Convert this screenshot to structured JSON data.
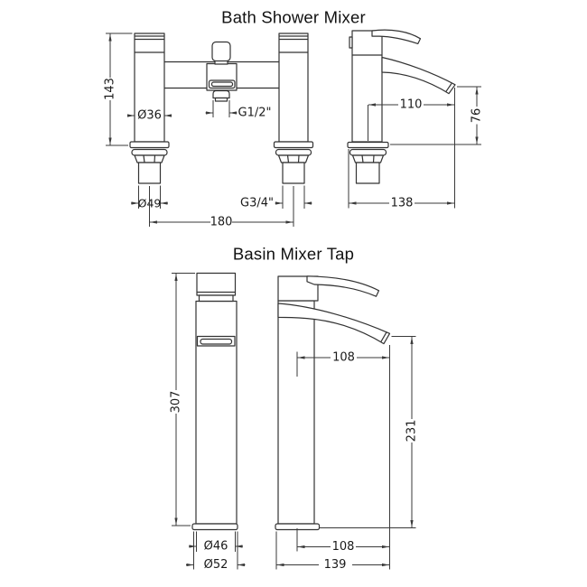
{
  "colors": {
    "background": "#ffffff",
    "line": "#333333",
    "dimension_line": "#3a3a3a",
    "text": "#1a1a1a"
  },
  "bath_shower_mixer": {
    "title": "Bath Shower Mixer",
    "front_view": {
      "height": "143",
      "pillar_diameter": "Ø36",
      "shower_hose_thread": "G1/2\"",
      "base_diameter": "Ø49",
      "inlet_thread": "G3/4\"",
      "tap_centres": "180"
    },
    "side_view": {
      "spout_reach": "110",
      "spout_height": "76",
      "depth": "138"
    }
  },
  "basin_mixer_tap": {
    "title": "Basin Mixer Tap",
    "front_view": {
      "height": "307",
      "body_diameter": "Ø46",
      "base_diameter": "Ø52"
    },
    "side_view": {
      "spout_reach": "108",
      "spout_height": "231",
      "base_reach": "108",
      "depth": "139"
    }
  }
}
